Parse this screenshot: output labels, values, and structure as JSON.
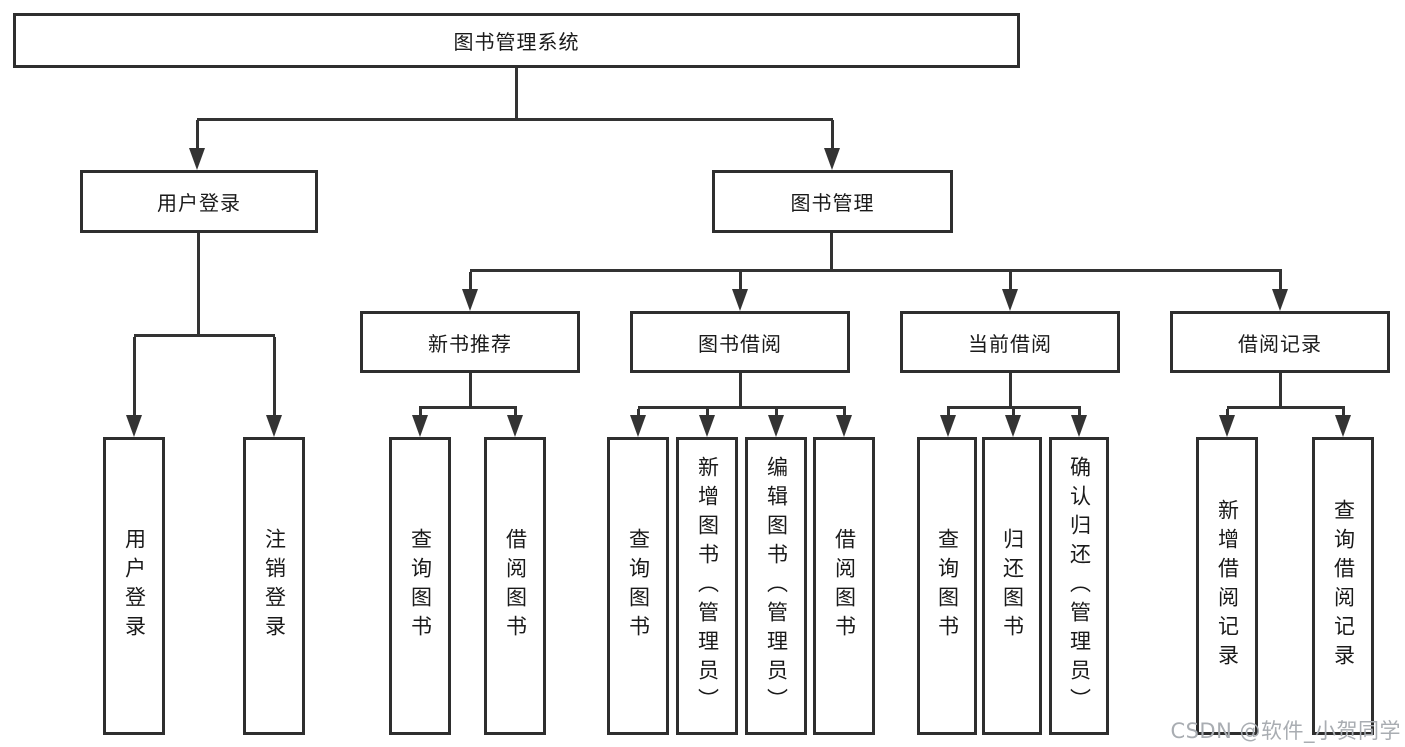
{
  "diagram_title": "图书管理系统",
  "tree": {
    "label": "图书管理系统",
    "children": [
      {
        "label": "用户登录",
        "children": [
          {
            "label": "用户登录"
          },
          {
            "label": "注销登录"
          }
        ]
      },
      {
        "label": "图书管理",
        "children": [
          {
            "label": "新书推荐",
            "children": [
              {
                "label": "查询图书"
              },
              {
                "label": "借阅图书"
              }
            ]
          },
          {
            "label": "图书借阅",
            "children": [
              {
                "label": "查询图书"
              },
              {
                "label": "新增图书（管理员）"
              },
              {
                "label": "编辑图书（管理员）"
              },
              {
                "label": "借阅图书"
              }
            ]
          },
          {
            "label": "当前借阅",
            "children": [
              {
                "label": "查询图书"
              },
              {
                "label": "归还图书"
              },
              {
                "label": "确认归还（管理员）"
              }
            ]
          },
          {
            "label": "借阅记录",
            "children": [
              {
                "label": "新增借阅记录"
              },
              {
                "label": "查询借阅记录"
              }
            ]
          }
        ]
      }
    ]
  },
  "watermark": {
    "text": "CSDN @软件_小贺同学"
  },
  "colors": {
    "line": "#333333",
    "box_border": "#2e2e2e",
    "text": "#1a1a1a",
    "watermark": "#a9adb2",
    "background": "#ffffff"
  }
}
